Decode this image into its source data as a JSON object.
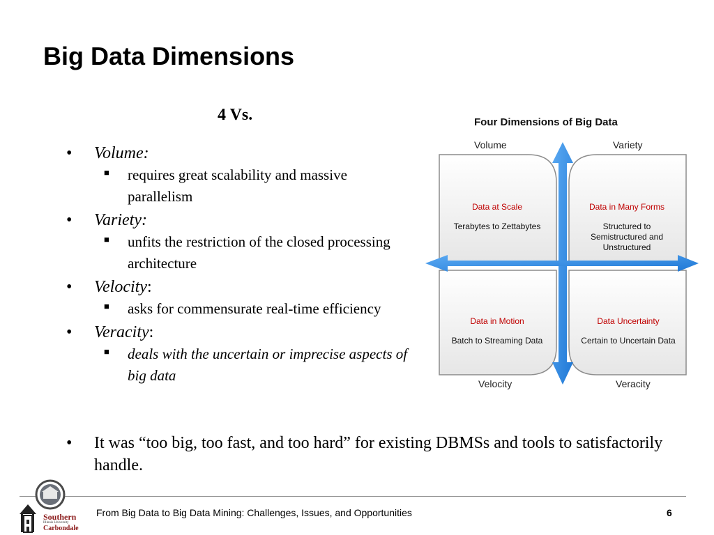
{
  "slide": {
    "title": "Big Data Dimensions",
    "subtitle": "4 Vs.",
    "bullets": [
      {
        "label": "Volume:",
        "suffix": "",
        "sub": "requires great scalability and massive parallelism"
      },
      {
        "label": "Variety:",
        "suffix": "",
        "sub": "unfits the restriction of the closed processing architecture"
      },
      {
        "label": "Velocity",
        "suffix": ":",
        "sub": "asks for commensurate real-time efficiency"
      },
      {
        "label": "Veracity",
        "suffix": ":",
        "sub": "deals with the uncertain or imprecise aspects of big data"
      }
    ],
    "final_bullet": "It was “too big, too fast, and too hard” for existing DBMSs and tools to satisfactorily handle."
  },
  "diagram": {
    "title": "Four Dimensions of Big Data",
    "corners": {
      "top_left": "Volume",
      "top_right": "Variety",
      "bottom_left": "Velocity",
      "bottom_right": "Veracity"
    },
    "boxes": {
      "volume": {
        "heading": "Data at Scale",
        "text": "Terabytes to Zettabytes"
      },
      "variety": {
        "heading": "Data in Many Forms",
        "text": "Structured to Semistructured and Unstructured"
      },
      "velocity": {
        "heading": "Data in Motion",
        "text": "Batch to Streaming Data"
      },
      "veracity": {
        "heading": "Data Uncertainty",
        "text": "Certain to Uncertain Data"
      }
    },
    "colors": {
      "arrow": "#2e8be6",
      "heading": "#c00000",
      "box_border": "#8c8c8c"
    }
  },
  "footer": {
    "text": "From Big Data to Big Data Mining: Challenges, Issues, and Opportunities",
    "page_number": "6"
  },
  "logo": {
    "line1": "Southern",
    "line2": "Illinois University",
    "line3": "Carbondale"
  }
}
